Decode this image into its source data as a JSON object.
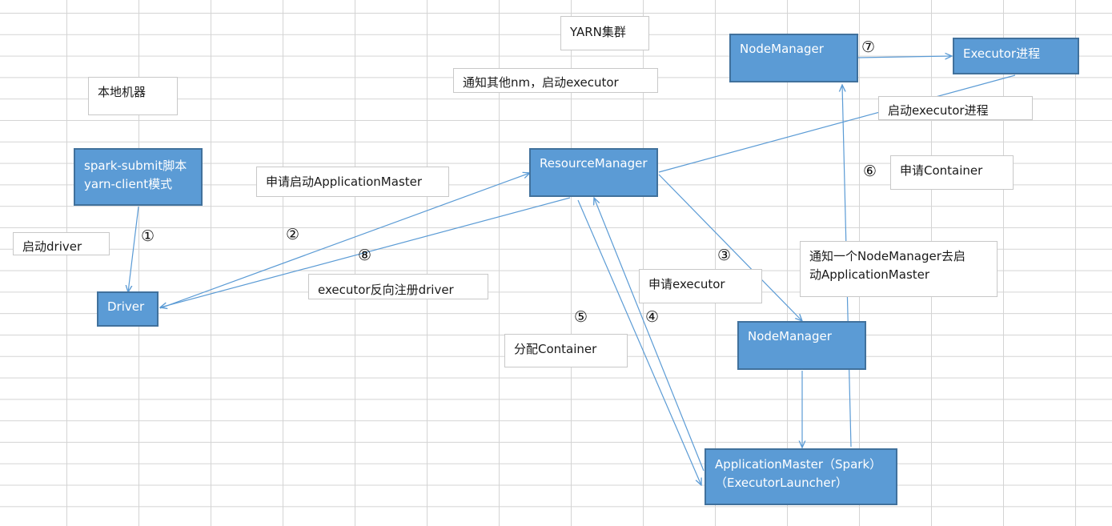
{
  "title": "YARN集群",
  "local_machine": "本地机器",
  "nodes": {
    "spark_submit": [
      "spark-submit脚本",
      "yarn-client模式"
    ],
    "driver": "Driver",
    "resource_manager": "ResourceManager",
    "node_manager_top": "NodeManager",
    "executor": "Executor进程",
    "node_manager": "NodeManager",
    "application_master": [
      "ApplicationMaster（Spark）",
      "（ExecutorLauncher）"
    ]
  },
  "labels": {
    "start_driver": "启动driver",
    "apply_am": "申请启动ApplicationMaster",
    "notify_nm": "通知其他nm，启动executor",
    "start_executor_process": "启动executor进程",
    "apply_container": "申请Container",
    "notify_one_nm": [
      "通知一个NodeManager去启",
      "动ApplicationMaster"
    ],
    "apply_executor": "申请executor",
    "executor_register": "executor反向注册driver",
    "allocate_container": "分配Container"
  },
  "steps": {
    "s1": "①",
    "s2": "②",
    "s3": "③",
    "s4": "④",
    "s5": "⑤",
    "s6": "⑥",
    "s7": "⑦",
    "s8": "⑧"
  },
  "colors": {
    "node_fill": "#5b9bd5",
    "node_border": "#41719c",
    "arrow": "#5b9bd5"
  }
}
